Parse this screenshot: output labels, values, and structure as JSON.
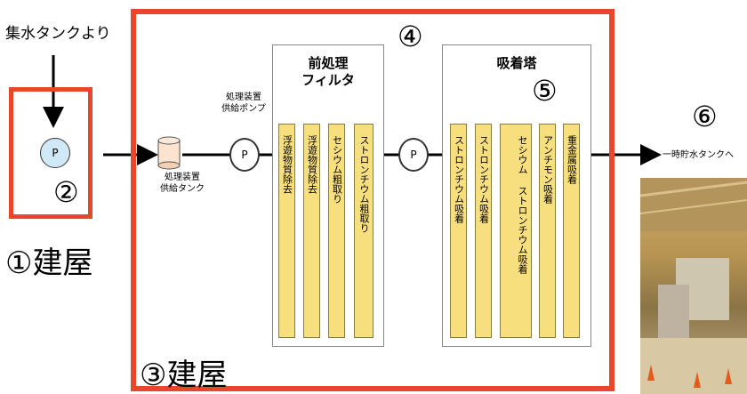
{
  "source_label": "集水タンクより",
  "building1": {
    "label": "①建屋",
    "marker": "②",
    "pump": "P"
  },
  "building3": {
    "label": "③建屋",
    "marker": "④"
  },
  "supply_tank": {
    "label_line1": "処理装置",
    "label_line2": "供給タンク"
  },
  "supply_pump": {
    "label_line1": "処理装置",
    "label_line2": "供給ポンプ",
    "symbol": "P"
  },
  "pretreatment": {
    "title_line1": "前処理",
    "title_line2": "フィルタ",
    "bars": [
      "浮遊物質除去",
      "浮遊物質除去",
      "セシウム粗取り",
      "ストロンチウム粗取り"
    ]
  },
  "mid_pump": {
    "symbol": "P"
  },
  "adsorption": {
    "title": "吸着塔",
    "marker": "⑤",
    "bars": [
      "ストロンチウム吸着",
      "ストロンチウム吸着",
      "セシウム ストロンチウム吸着",
      "アンチモン吸着",
      "重金属吸着"
    ]
  },
  "output": {
    "marker": "⑥",
    "label": "一時貯水タンクへ"
  },
  "colors": {
    "frame": "#e8472a",
    "bar_fill": "#f8df7d",
    "pump_fill": "#cfe9f7"
  }
}
